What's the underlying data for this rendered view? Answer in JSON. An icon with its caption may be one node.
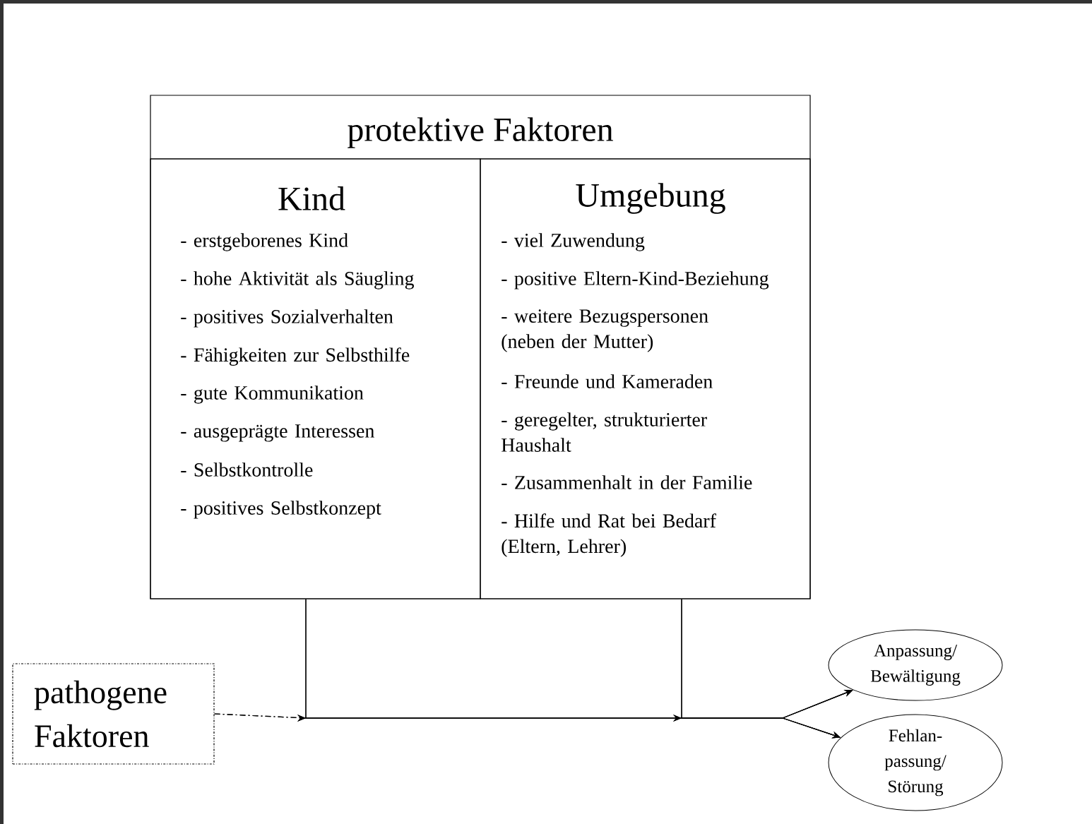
{
  "diagram": {
    "nodes": [
      {
        "text": [
          "protektive Faktoren"
        ]
      },
      {
        "text": [
          "Kind",
          "- erstgeborenes Kind",
          "- hohe Aktivität als Säugling",
          "- positives Sozialverhalten",
          "- Fähigkeiten zur Selbsthilfe",
          "- gute Kommunikation",
          "- ausgeprägte Interessen",
          "- Selbstkontrolle",
          "- positives Selbstkonzept"
        ],
        "in": 0
      },
      {
        "text": [
          "Umgebung",
          "- viel Zuwendung",
          "- positive Eltern-Kind-Beziehung",
          "- weitere Bezugspersonen (neben der Mutter)",
          "- Freunde und Kameraden",
          "- geregelter, strukturierter Haushalt",
          "- Zusammenhalt in der Familie",
          "- Hilfe und Rat bei Bedarf (Eltern, Lehrer)"
        ],
        "in": 0
      },
      {
        "text": [
          "pathogene Faktoren"
        ]
      },
      {
        "text": [
          "Anpassung/ Bewältigung"
        ]
      },
      {
        "text": [
          "Fehlan- passung/ Störung"
        ]
      }
    ],
    "edges": [
      {
        "from": 3,
        "to": 4,
        "arrow": "to",
        "style": "dashed"
      },
      {
        "from": 3,
        "to": 5,
        "arrow": "to",
        "style": "dashed"
      },
      {
        "from": 1,
        "to": 4,
        "arrow": "to"
      },
      {
        "from": 1,
        "to": 5,
        "arrow": "to"
      },
      {
        "from": 2,
        "to": 4,
        "arrow": "to"
      },
      {
        "from": 2,
        "to": 5,
        "arrow": "to"
      }
    ]
  }
}
